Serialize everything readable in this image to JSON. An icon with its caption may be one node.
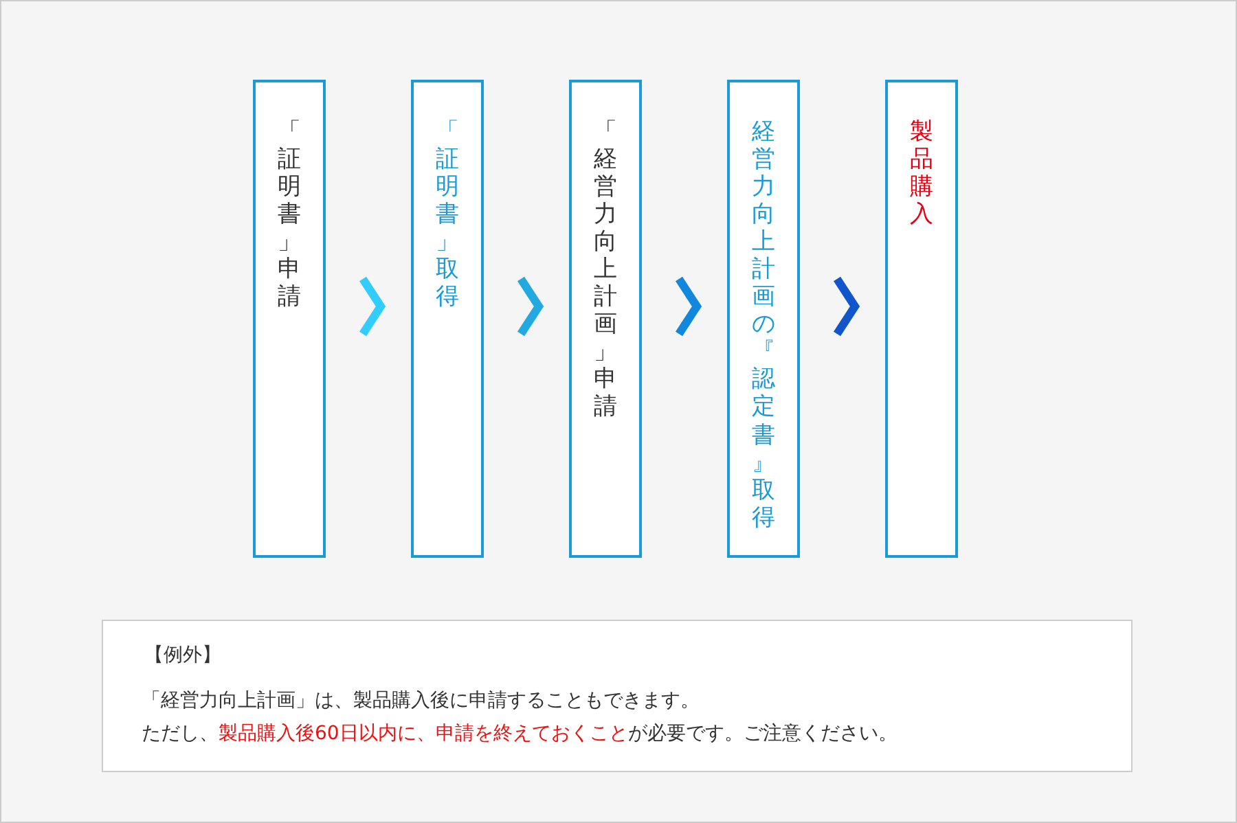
{
  "diagram": {
    "nodes": [
      {
        "text": [
          "「証明書」申請"
        ]
      },
      {
        "text": [
          "「証明書」取得"
        ]
      },
      {
        "text": [
          "「経営力向上計画」申請"
        ]
      },
      {
        "text": [
          "経営力向上計画の『認定書』取得"
        ]
      },
      {
        "text": [
          "製品購入"
        ]
      },
      {
        "text": [
          "【例外】",
          "「経営力向上計画」は、製品購入後に申請することもできます。",
          "ただし、**製品購入後60日以内に、申請を終えておくこと**が必要です。ご注意ください。"
        ]
      }
    ],
    "edges": [
      {
        "from": 0,
        "to": 1,
        "arrow": "to",
        "color": "#33ccff"
      },
      {
        "from": 1,
        "to": 2,
        "arrow": "to",
        "color": "#22aae0"
      },
      {
        "from": 2,
        "to": 3,
        "arrow": "to",
        "color": "#1188dd"
      },
      {
        "from": 3,
        "to": 4,
        "arrow": "to",
        "color": "#1155cc"
      }
    ]
  }
}
